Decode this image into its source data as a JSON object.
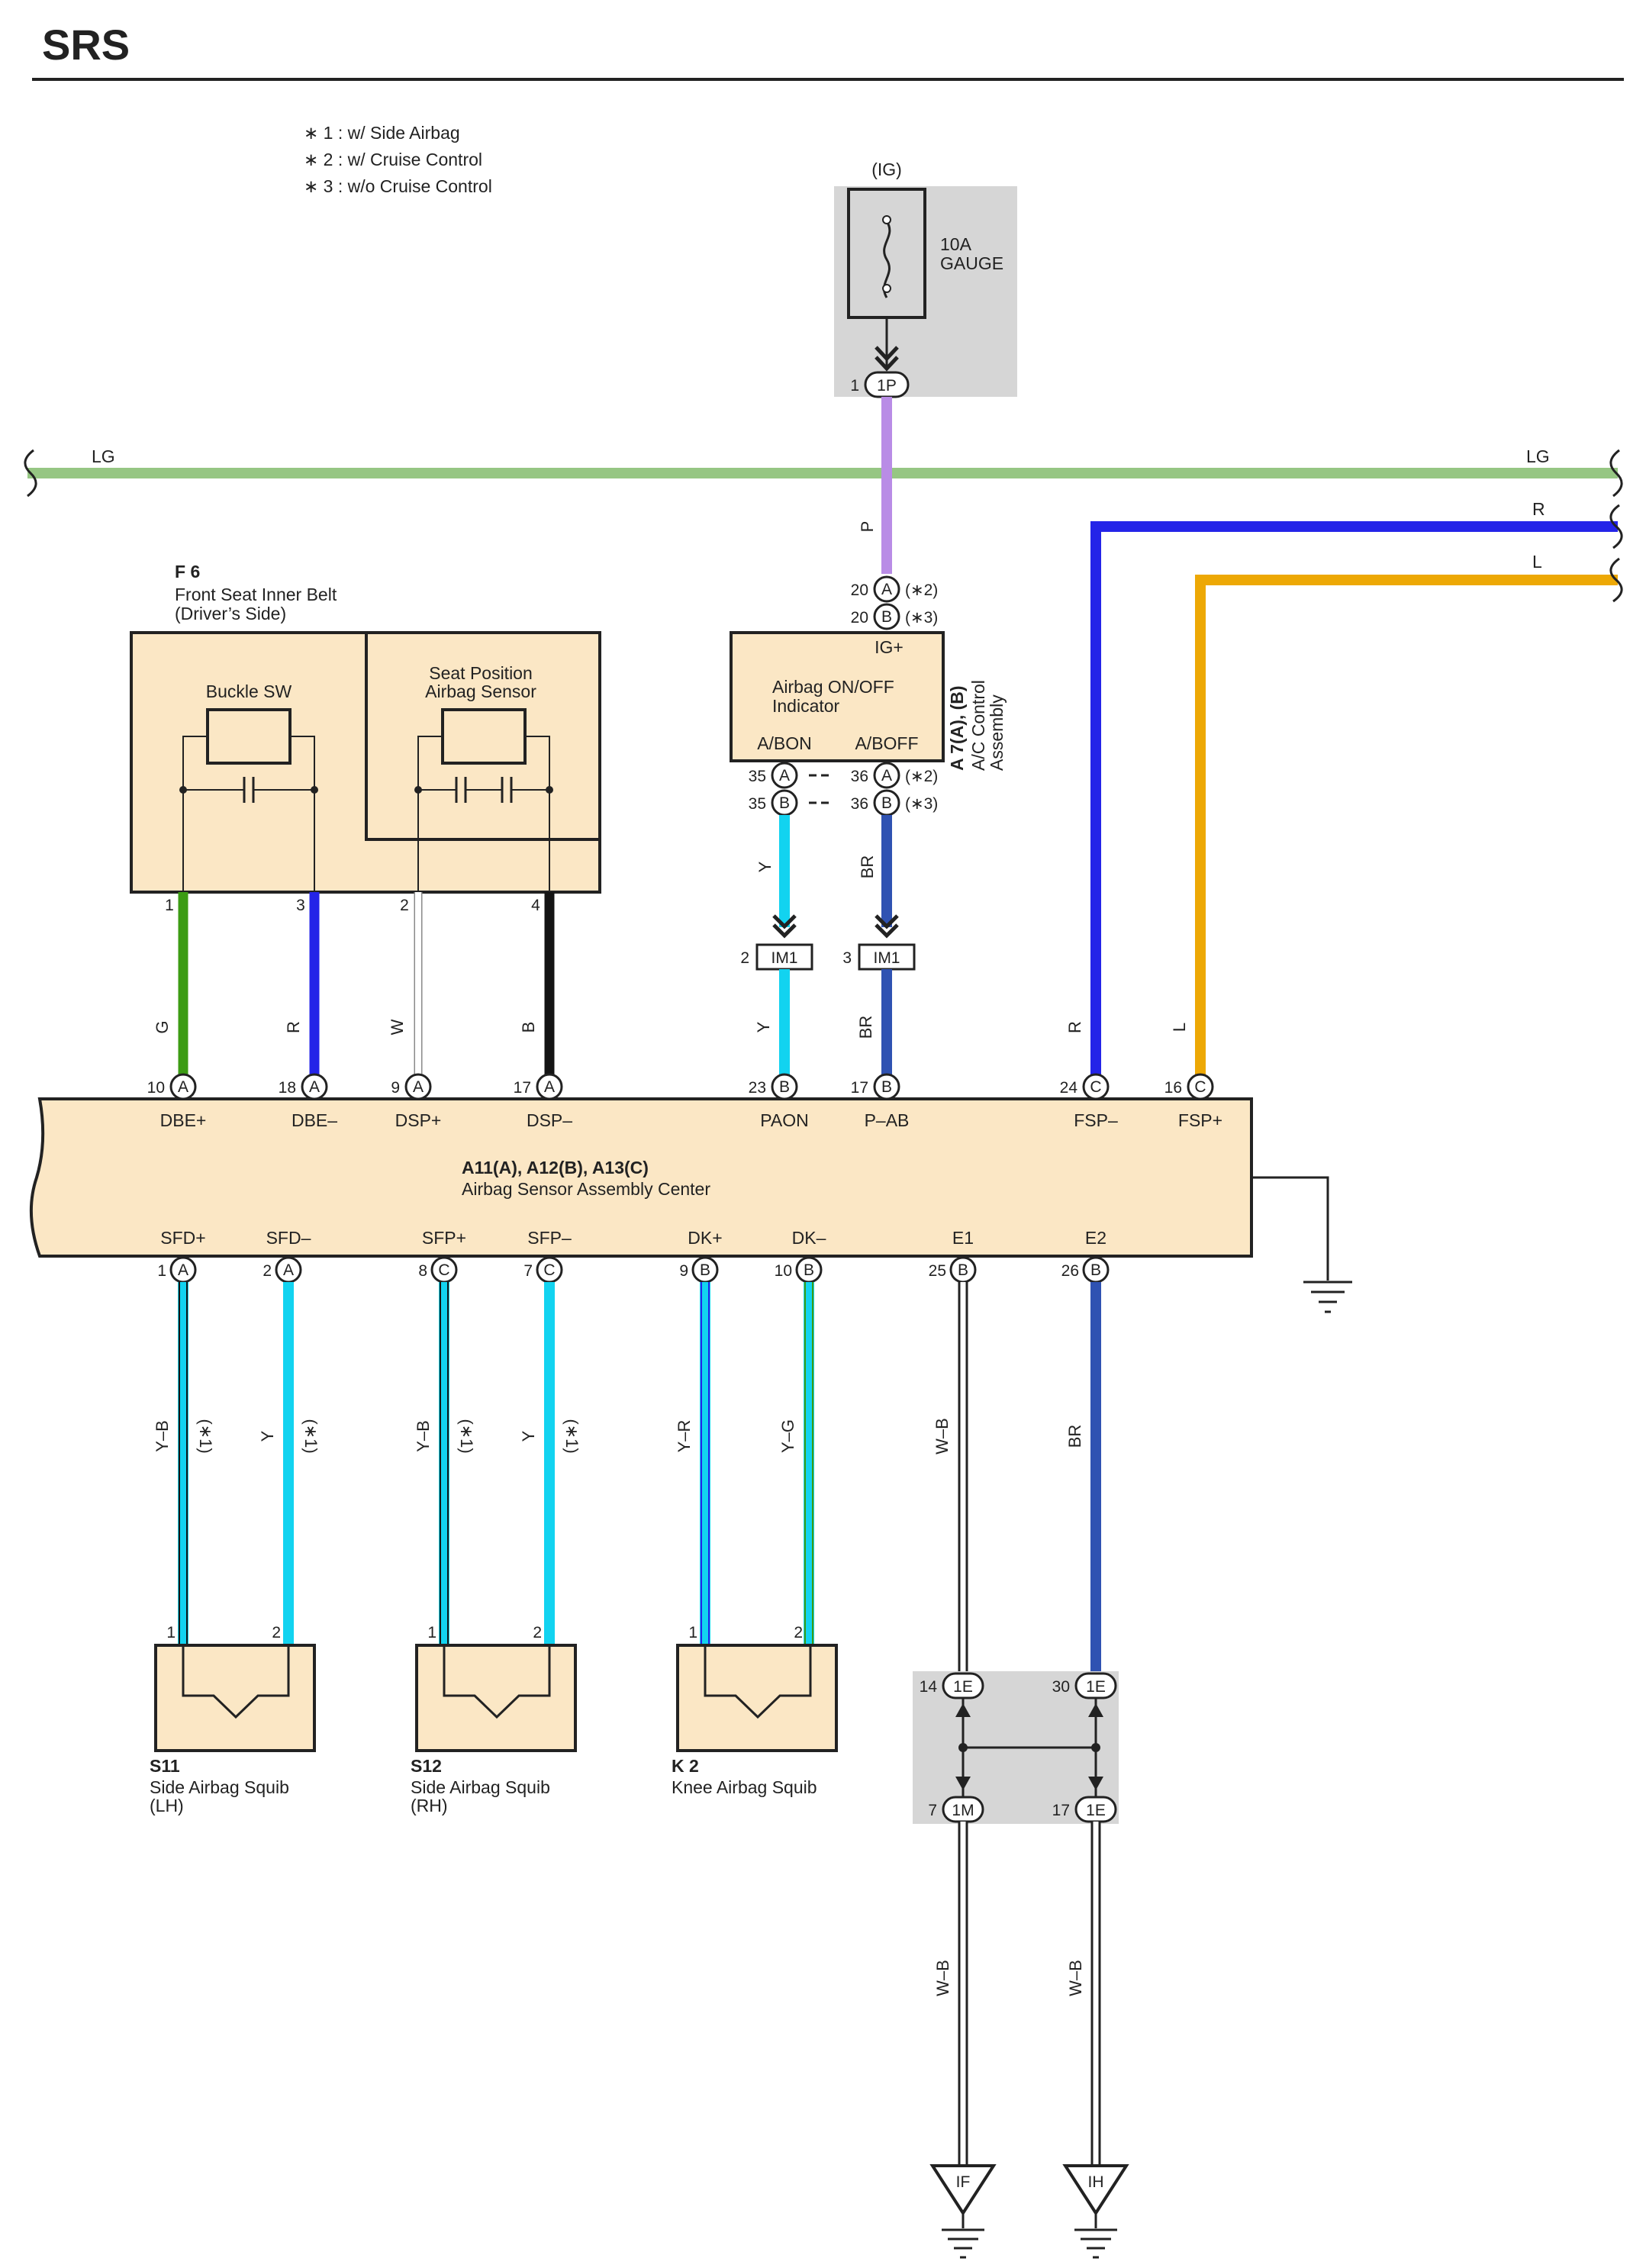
{
  "title": "SRS",
  "notes": [
    "∗ 1 : w/ Side Airbag",
    "∗ 2 : w/ Cruise Control",
    "∗ 3 : w/o Cruise Control"
  ],
  "fuse": {
    "supply": "(IG)",
    "rating": "10A",
    "name": "GAUGE",
    "pin": "1",
    "connector": "1P"
  },
  "bus_wires": {
    "lg_left": "LG",
    "lg_right": "LG",
    "r": "R",
    "l": "L",
    "p": "P"
  },
  "colors": {
    "LG": "#96c683",
    "P": "#b98ce6",
    "R": "#2424e8",
    "L": "#eda805",
    "G": "#3c9c14",
    "W": "#ffffff",
    "B": "#141414",
    "Y": "#12d3f0",
    "BR": "#2f52b2",
    "panel": "#fbe7c5",
    "gray": "#d6d6d6"
  },
  "f6": {
    "code": "F 6",
    "name": "Front Seat Inner Belt",
    "side": "(Driver’s Side)",
    "buckle": "Buckle SW",
    "seatpos1": "Seat Position",
    "seatpos2": "Airbag Sensor"
  },
  "f6_pins": [
    "1",
    "3",
    "2",
    "4"
  ],
  "a7": {
    "ig": "IG+",
    "name1": "Airbag ON/OFF",
    "name2": "Indicator",
    "abon": "A/BON",
    "aboff": "A/BOFF",
    "code": "A 7(A), (B)",
    "desc1": "A/C Control",
    "desc2": "Assembly"
  },
  "a7_pins": {
    "ig_a": "20",
    "ig_b": "20",
    "ig_a_c": "A",
    "ig_b_c": "B",
    "ig_a_n": "(∗2)",
    "ig_b_n": "(∗3)",
    "abon_a": "35",
    "abon_b": "35",
    "aboff_a": "36",
    "aboff_b": "36",
    "abon_a_c": "A",
    "abon_b_c": "B",
    "aboff_a_c": "A",
    "aboff_b_c": "B",
    "aboff_a_n": "(∗2)",
    "aboff_b_n": "(∗3)"
  },
  "im1": {
    "left_pin": "2",
    "right_pin": "3",
    "name": "IM1"
  },
  "ecu": {
    "code": "A11(A), A12(B), A13(C)",
    "name": "Airbag Sensor Assembly Center",
    "top": [
      {
        "pin": "10",
        "c": "A",
        "sig": "DBE+",
        "wire": "G"
      },
      {
        "pin": "18",
        "c": "A",
        "sig": "DBE–",
        "wire": "R"
      },
      {
        "pin": "9",
        "c": "A",
        "sig": "DSP+",
        "wire": "W"
      },
      {
        "pin": "17",
        "c": "A",
        "sig": "DSP–",
        "wire": "B"
      },
      {
        "pin": "23",
        "c": "B",
        "sig": "PAON",
        "wire": "Y"
      },
      {
        "pin": "17",
        "c": "B",
        "sig": "P–AB",
        "wire": "BR"
      },
      {
        "pin": "24",
        "c": "C",
        "sig": "FSP–",
        "wire": "R"
      },
      {
        "pin": "16",
        "c": "C",
        "sig": "FSP+",
        "wire": "L"
      }
    ],
    "top_upper_wires": [
      "Y",
      "BR"
    ],
    "bottom": [
      {
        "pin": "1",
        "c": "A",
        "sig": "SFD+",
        "wire": "Y–B",
        "note": "(∗1)"
      },
      {
        "pin": "2",
        "c": "A",
        "sig": "SFD–",
        "wire": "Y",
        "note": "(∗1)"
      },
      {
        "pin": "8",
        "c": "C",
        "sig": "SFP+",
        "wire": "Y–B",
        "note": "(∗1)"
      },
      {
        "pin": "7",
        "c": "C",
        "sig": "SFP–",
        "wire": "Y",
        "note": "(∗1)"
      },
      {
        "pin": "9",
        "c": "B",
        "sig": "DK+",
        "wire": "Y–R",
        "note": ""
      },
      {
        "pin": "10",
        "c": "B",
        "sig": "DK–",
        "wire": "Y–G",
        "note": ""
      },
      {
        "pin": "25",
        "c": "B",
        "sig": "E1",
        "wire": "W–B",
        "note": ""
      },
      {
        "pin": "26",
        "c": "B",
        "sig": "E2",
        "wire": "BR",
        "note": ""
      }
    ]
  },
  "squibs": [
    {
      "code": "S11",
      "name": "Side Airbag Squib",
      "side": "(LH)",
      "p1": "1",
      "p2": "2"
    },
    {
      "code": "S12",
      "name": "Side Airbag Squib",
      "side": "(RH)",
      "p1": "1",
      "p2": "2"
    },
    {
      "code": "K 2",
      "name": "Knee Airbag Squib",
      "side": "",
      "p1": "1",
      "p2": "2"
    }
  ],
  "junction": {
    "tl_pin": "14",
    "tl_c": "1E",
    "tr_pin": "30",
    "tr_c": "1E",
    "bl_pin": "7",
    "bl_c": "1M",
    "br_pin": "17",
    "br_c": "1E"
  },
  "ground_wires": [
    "W–B",
    "W–B"
  ],
  "grounds": [
    "IF",
    "IH"
  ]
}
